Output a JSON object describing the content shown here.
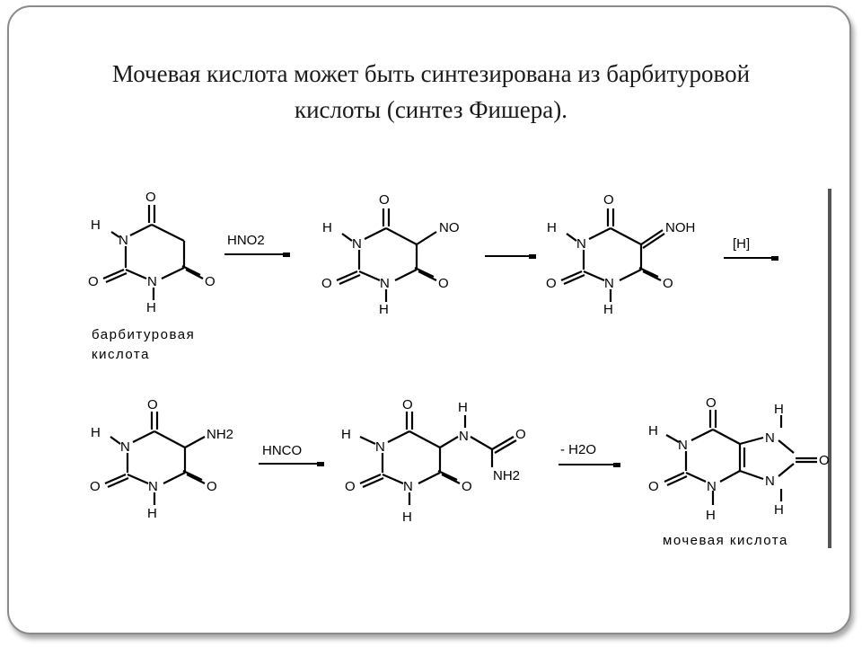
{
  "slide": {
    "title_line1": "Мочевая кислота может быть синтезирована из барбитуровой",
    "title_line2": "кислоты (синтез Фишера)."
  },
  "scheme": {
    "reagents": {
      "step1": "HNO2",
      "step3": "[H]",
      "step4": "HNCO",
      "step5": "- H2O"
    },
    "captions": {
      "barbituric_line1": "барбитуровая",
      "barbituric_line2": "кислота",
      "uric_acid": "мочевая кислота"
    },
    "atoms": {
      "O": "O",
      "N": "N",
      "H": "H",
      "NO": "NO",
      "NOH": "NOH",
      "NH2": "NH2"
    }
  }
}
